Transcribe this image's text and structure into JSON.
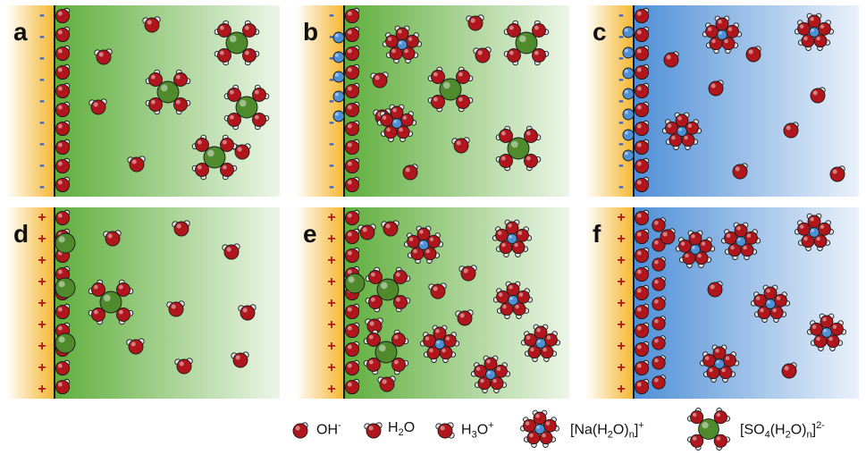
{
  "panels": [
    {
      "label": "a",
      "charge": "-",
      "solution": "green"
    },
    {
      "label": "b",
      "charge": "-",
      "solution": "green"
    },
    {
      "label": "c",
      "charge": "-",
      "solution": "blue"
    },
    {
      "label": "d",
      "charge": "+",
      "solution": "green"
    },
    {
      "label": "e",
      "charge": "+",
      "solution": "green"
    },
    {
      "label": "f",
      "charge": "+",
      "solution": "blue"
    }
  ],
  "legend": {
    "oh": {
      "base": "OH",
      "sup": "-"
    },
    "h2o": {
      "base": "H",
      "sub": "2",
      "tail": "O"
    },
    "h3o": {
      "base": "H",
      "sub": "3",
      "tail": "O",
      "sup": "+"
    },
    "na": {
      "pre": "[Na(H",
      "sub1": "2",
      "mid": "O)",
      "sub2": "n",
      "post": "]",
      "sup": "+"
    },
    "so4": {
      "pre": "[SO",
      "sub1": "4",
      "mid": "(H",
      "sub2": "2",
      "mid2": "O)",
      "sub3": "n",
      "post": "]",
      "sup": "2-"
    }
  },
  "colors": {
    "electrode": "#f5b62e",
    "green_solution": "#5fae3c",
    "blue_solution": "#4f8fd6",
    "oxygen": "#b0161c",
    "hydrogen": "#e8e8e8",
    "sodium": "#4f8fd6",
    "sulfate": "#4f8a2c",
    "minus_sign": "#3a5fcd",
    "plus_sign": "#b0161c"
  }
}
